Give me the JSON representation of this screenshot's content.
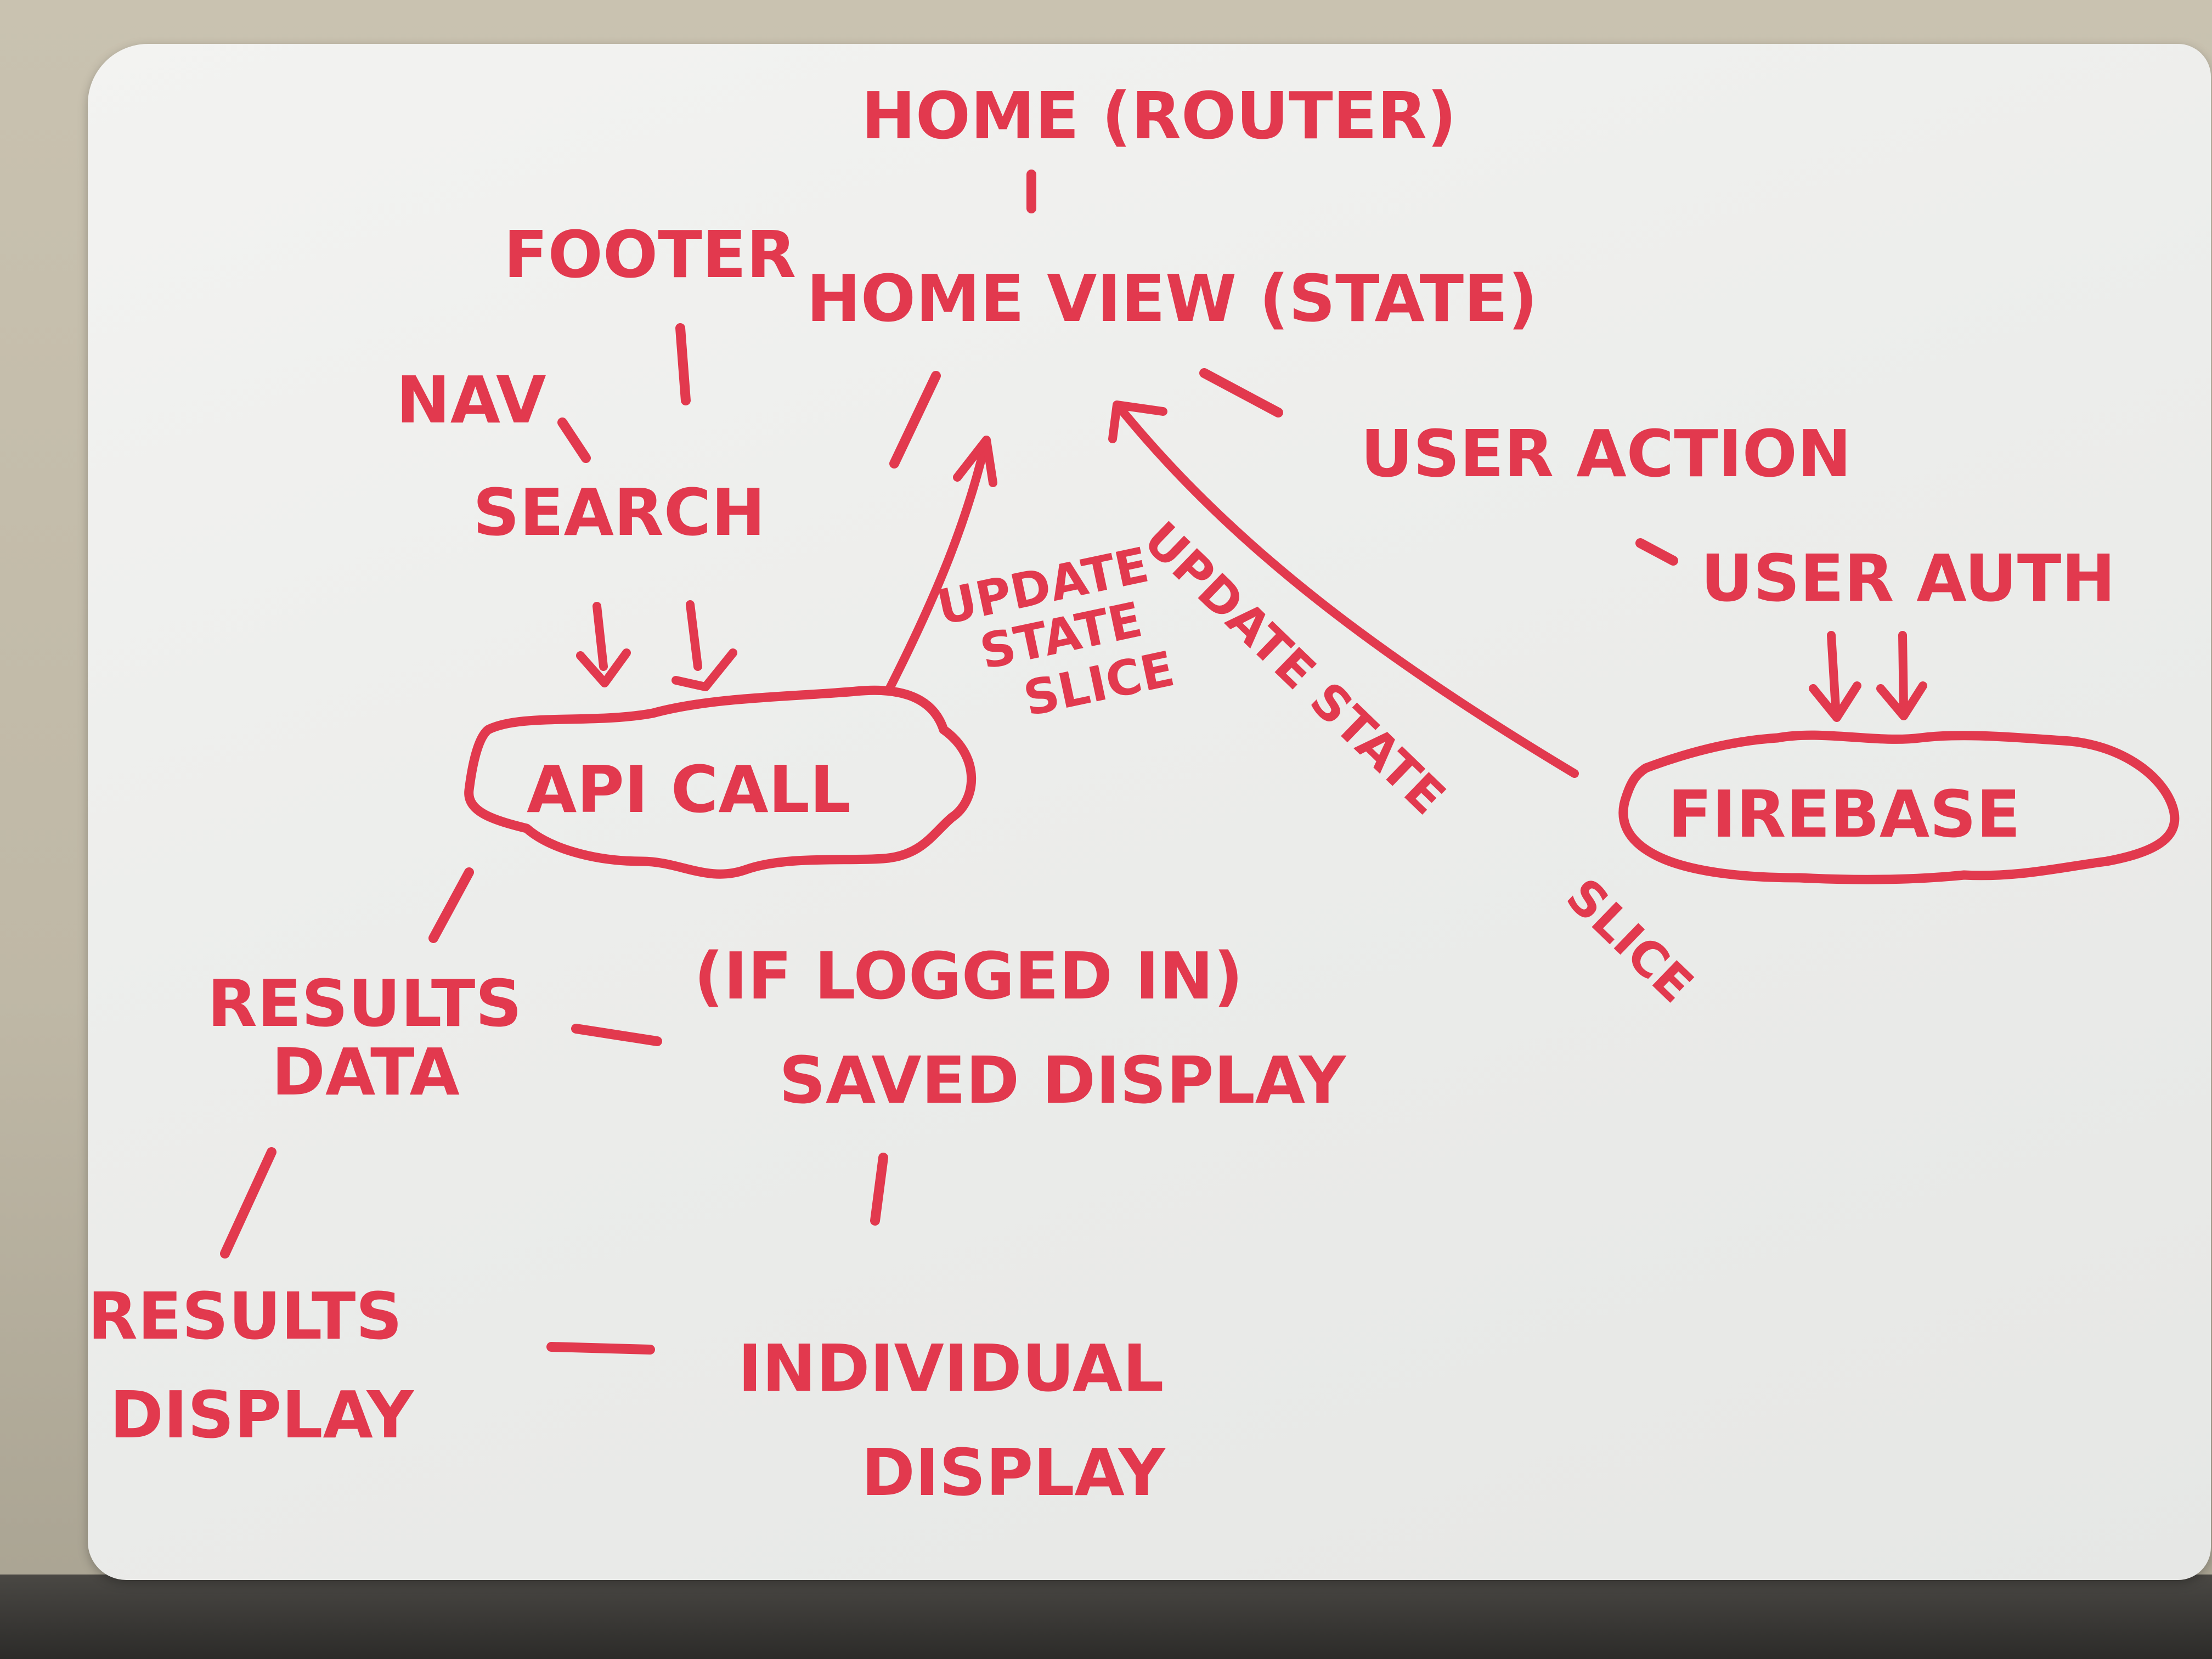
{
  "nodes": {
    "home_router": "HOME (ROUTER)",
    "home_view": "HOME VIEW (STATE)",
    "footer": "FOOTER",
    "nav": "NAV",
    "search": "SEARCH",
    "api_call": "API CALL",
    "user_action": "USER ACTION",
    "user_auth": "USER AUTH",
    "firebase": "FIREBASE",
    "results_data": [
      "RESULTS",
      "DATA"
    ],
    "if_logged_in": "(IF LOGGED IN)",
    "saved_display": "SAVED DISPLAY",
    "results_display": [
      "RESULTS",
      "DISPLAY"
    ],
    "individual_display": [
      "INDIVIDUAL",
      "DISPLAY"
    ]
  },
  "edge_labels": {
    "api_update": [
      "UPDATE",
      "STATE",
      "SLICE"
    ],
    "firebase_update": "UPDATE STATE",
    "firebase_update_slice": "SLICE"
  },
  "colors": {
    "ink": "#e2394e",
    "board": "#eeeeec"
  }
}
